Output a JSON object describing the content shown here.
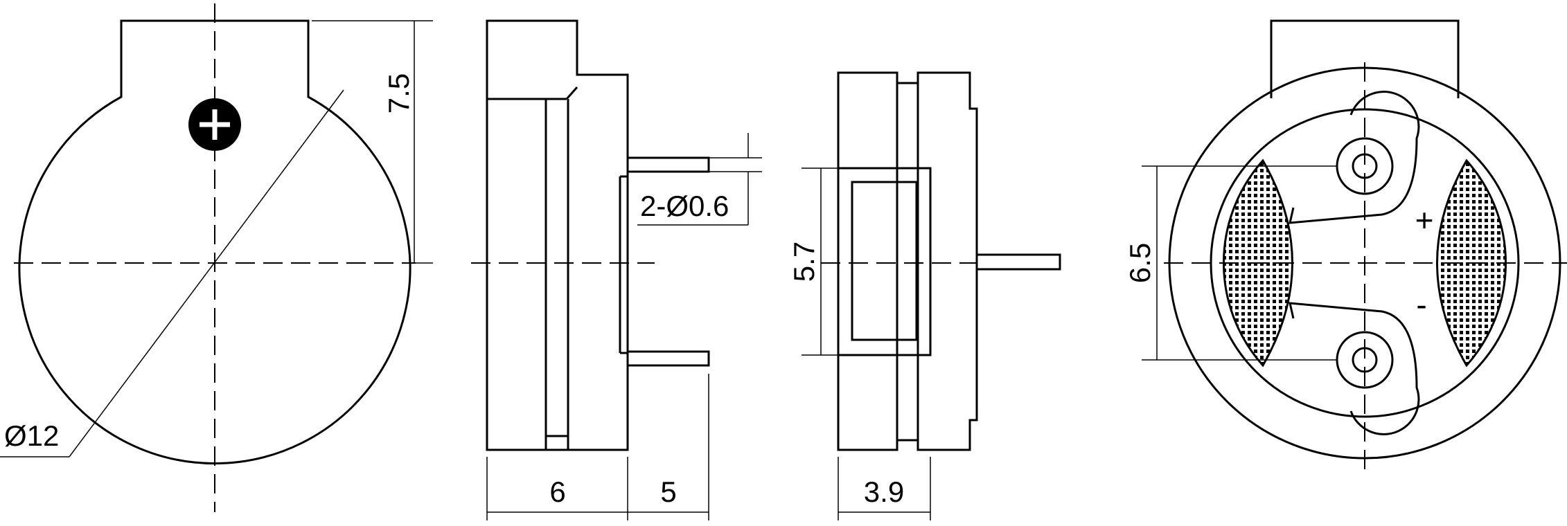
{
  "drawing": {
    "dimensions": {
      "diameter": "Ø12",
      "height": "7.5",
      "pins": "2-Ø0.6",
      "body_depth": "6",
      "pin_length": "5",
      "width": "5.7",
      "thickness": "3.9",
      "pin_spacing": "6.5"
    },
    "polarity": {
      "positive": "+",
      "negative": "-"
    }
  }
}
